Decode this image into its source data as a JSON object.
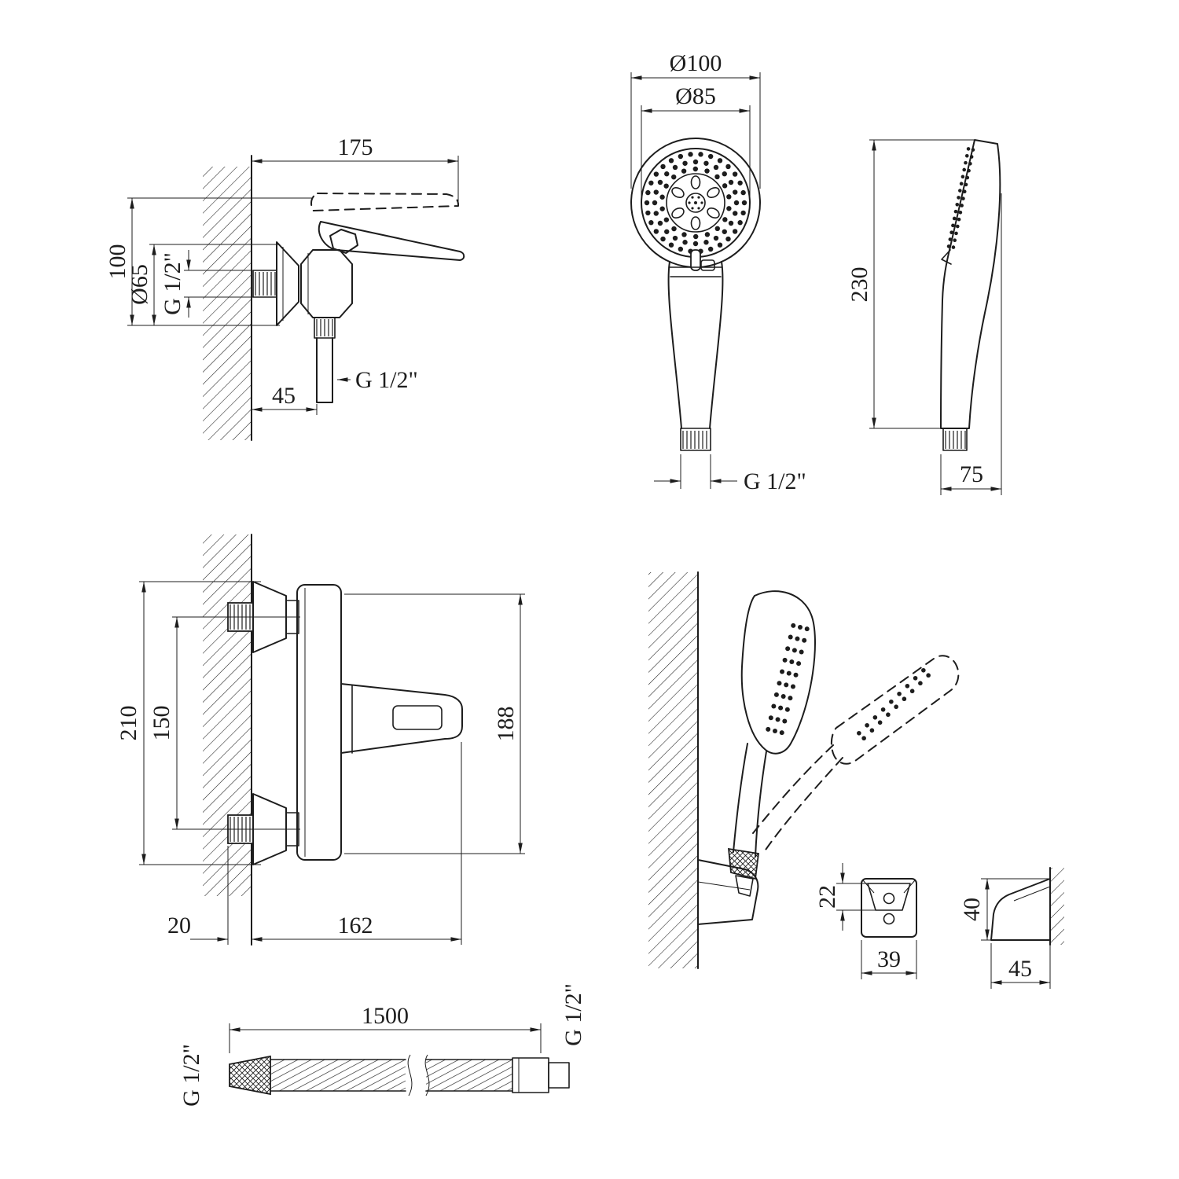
{
  "colors": {
    "line": "#1d1d1d",
    "background": "#ffffff"
  },
  "views": {
    "mixer_side": {
      "reach": "175",
      "height": "100",
      "flange_diameter": "Ø65",
      "wall_thread": "G 1/2\"",
      "outlet_offset": "45",
      "outlet_thread": "G 1/2\""
    },
    "handshower_front": {
      "outer_diameter": "Ø100",
      "face_diameter": "Ø85",
      "thread": "G 1/2\""
    },
    "handshower_side": {
      "height": "230",
      "depth": "75"
    },
    "mixer_front": {
      "overall_height": "210",
      "centers_distance": "150",
      "body_height": "188",
      "wall_stub": "20",
      "spout_reach": "162"
    },
    "holder": {
      "cup_height": "22",
      "width": "39",
      "height": "40",
      "depth": "45"
    },
    "hose": {
      "length": "1500",
      "left_thread": "G 1/2\"",
      "right_thread": "G 1/2\""
    }
  }
}
